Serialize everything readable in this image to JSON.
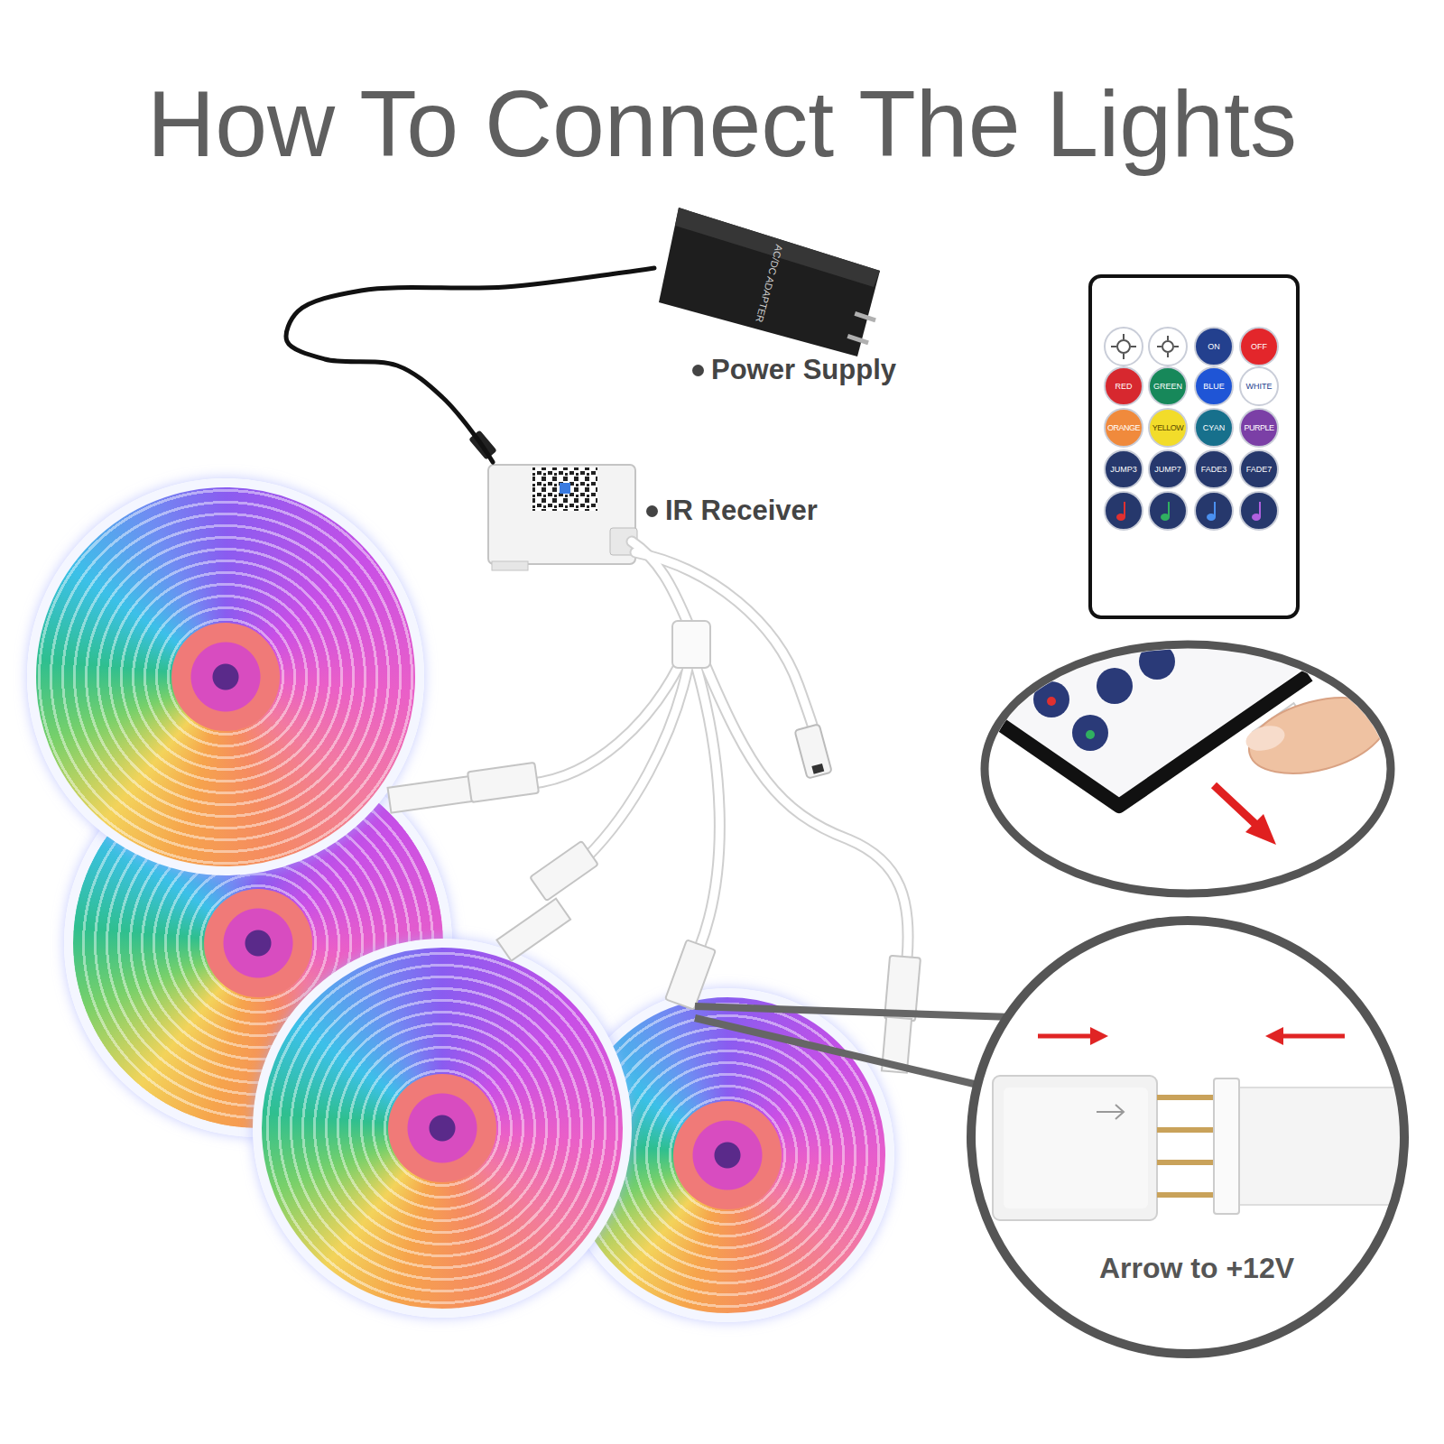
{
  "diagram": {
    "title": "How To Connect The Lights",
    "nodes": [
      {
        "text": [
          "Power Supply"
        ]
      },
      {
        "text": [
          "IR Receiver"
        ]
      }
    ],
    "edges": [
      {
        "from": 0,
        "to": 1,
        "arrow": "none"
      }
    ],
    "labels": [
      "AC/DC ADAPTER",
      "ON",
      "OFF",
      "RED",
      "GREEN",
      "BLUE",
      "WHITE",
      "ORANGE",
      "YELLOW",
      "CYAN",
      "PURPLE",
      "JUMP3",
      "JUMP7",
      "FADE3",
      "FADE7",
      "Arrow to +12V"
    ]
  }
}
